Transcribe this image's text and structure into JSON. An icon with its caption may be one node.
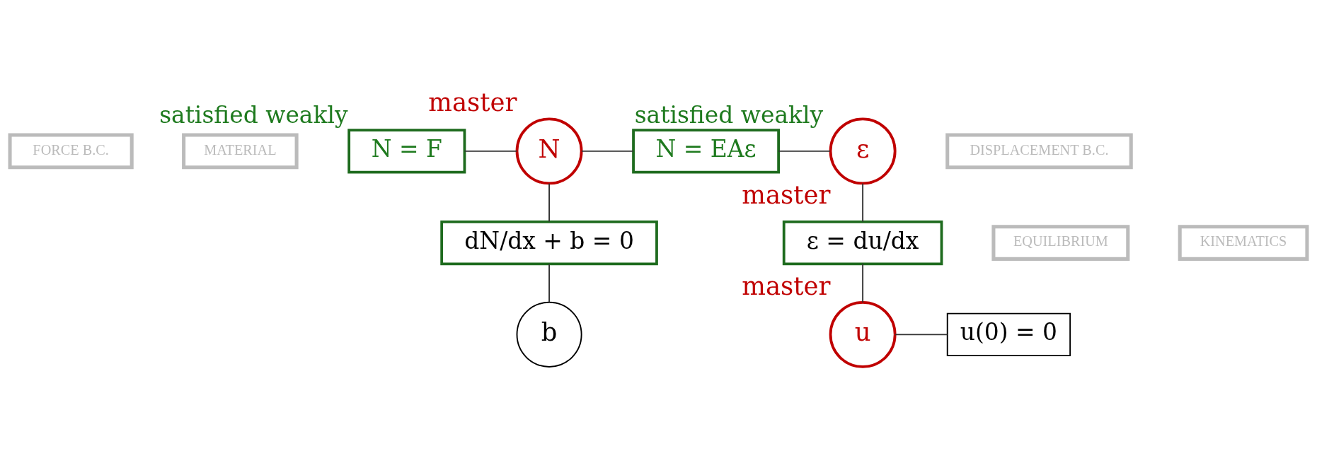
{
  "diagram": {
    "nodes": [
      {
        "text": [
          "FORCE B.C."
        ]
      },
      {
        "text": [
          "MATERIAL"
        ]
      },
      {
        "text": [
          "N = F"
        ],
        "beside": [
          "satisfied weakly"
        ]
      },
      {
        "text": [
          "N"
        ],
        "beside": [
          "master"
        ]
      },
      {
        "text": [
          "N = EAε"
        ],
        "beside": [
          "satisfied weakly"
        ]
      },
      {
        "text": [
          "ε"
        ],
        "beside": [
          "master"
        ]
      },
      {
        "text": [
          "EQUILIBRIUM"
        ]
      },
      {
        "text": [
          "dN/dx + b = 0"
        ]
      },
      {
        "text": [
          "ε = du/dx"
        ]
      },
      {
        "text": [
          "KINEMATICS"
        ]
      },
      {
        "text": [
          "b"
        ]
      },
      {
        "text": [
          "u"
        ],
        "beside": [
          "master"
        ]
      },
      {
        "text": [
          "u(0) = 0"
        ]
      },
      {
        "text": [
          "DISPLACEMENT B.C."
        ]
      }
    ],
    "edges": [
      {
        "from": 2,
        "to": 3,
        "arrow": "none"
      },
      {
        "from": 3,
        "to": 4,
        "arrow": "none"
      },
      {
        "from": 4,
        "to": 5,
        "arrow": "none"
      },
      {
        "from": 3,
        "to": 7,
        "arrow": "none"
      },
      {
        "from": 7,
        "to": 10,
        "arrow": "none"
      },
      {
        "from": 5,
        "to": 8,
        "arrow": "none"
      },
      {
        "from": 8,
        "to": 11,
        "arrow": "none"
      },
      {
        "from": 11,
        "to": 12,
        "arrow": "none"
      }
    ]
  }
}
